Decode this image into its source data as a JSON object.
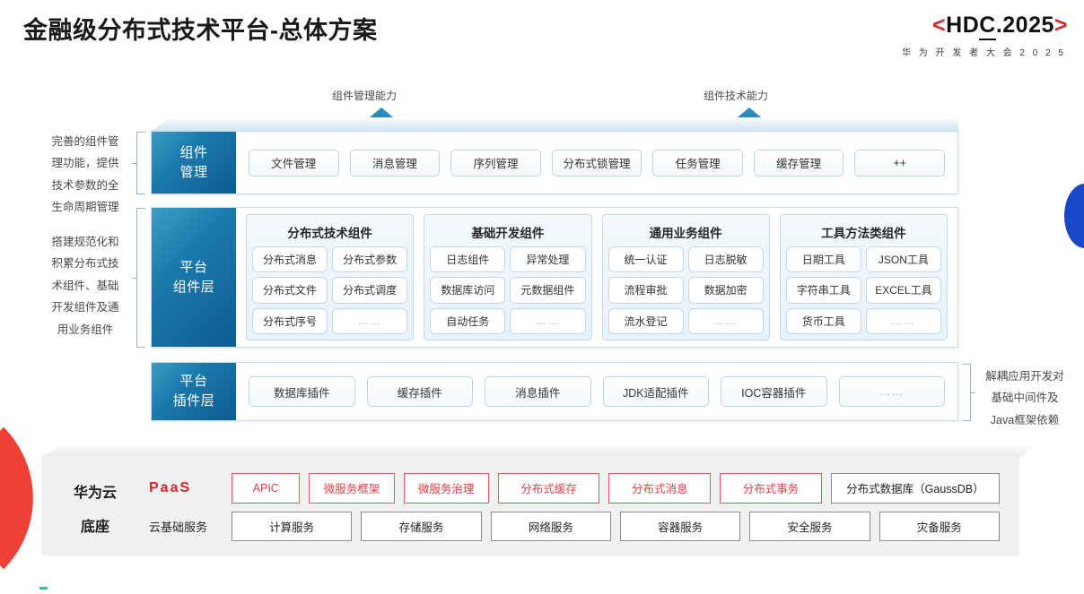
{
  "header": {
    "title": "金融级分布式技术平台-总体方案",
    "logo": {
      "bracket_left": "<",
      "text_a": "HDC",
      "text_b": "",
      "text_c": ".2025",
      "bracket_right": ">",
      "subtitle": "华 为 开 发 者 大 会 2 0 2 5"
    }
  },
  "arrows": [
    {
      "label": "组件管理能力"
    },
    {
      "label": "组件技术能力"
    }
  ],
  "side_notes": {
    "left_top": "完善的组件管理功能，提供技术参数的全生命周期管理",
    "left_top_lines": [
      "完善的组件管",
      "理功能，提供",
      "技术参数的全",
      "生命周期管理"
    ],
    "left_bottom_lines": [
      "搭建规范化和",
      "积累分布式技",
      "术组件、基础",
      "开发组件及通",
      "用业务组件"
    ],
    "right_lines": [
      "解耦应用开发对",
      "基础中间件及",
      "Java框架依赖"
    ]
  },
  "rows": {
    "management": {
      "label_lines": [
        "组件",
        "管理"
      ],
      "items": [
        "文件管理",
        "消息管理",
        "序列管理",
        "分布式锁管理",
        "任务管理",
        "缓存管理",
        "++"
      ]
    },
    "component_layer": {
      "label_lines": [
        "平台",
        "组件层"
      ],
      "groups": [
        {
          "title": "分布式技术组件",
          "items": [
            "分布式消息",
            "分布式参数",
            "分布式文件",
            "分布式调度",
            "分布式序号",
            "……"
          ]
        },
        {
          "title": "基础开发组件",
          "items": [
            "日志组件",
            "异常处理",
            "数据库访问",
            "元数据组件",
            "自动任务",
            "……"
          ]
        },
        {
          "title": "通用业务组件",
          "items": [
            "统一认证",
            "日志脱敏",
            "流程审批",
            "数据加密",
            "流水登记",
            "……"
          ]
        },
        {
          "title": "工具方法类组件",
          "items": [
            "日期工具",
            "JSON工具",
            "字符串工具",
            "EXCEL工具",
            "货币工具",
            "……"
          ]
        }
      ]
    },
    "plugin_layer": {
      "label_lines": [
        "平台",
        "插件层"
      ],
      "items": [
        "数据库插件",
        "缓存插件",
        "消息插件",
        "JDK适配插件",
        "IOC容器插件",
        "……"
      ]
    }
  },
  "foundation": {
    "title_lines": [
      "华为云",
      "底座"
    ],
    "paas_label": "PaaS",
    "cloud_label": "云基础服务",
    "paas_items": [
      {
        "label": "APIC",
        "style": "red",
        "grow": "0.8"
      },
      {
        "label": "微服务框架",
        "style": "red",
        "grow": "1"
      },
      {
        "label": "微服务治理",
        "style": "red",
        "grow": "1"
      },
      {
        "label": "分布式缓存",
        "style": "red",
        "grow": "1.2"
      },
      {
        "label": "分布式消息",
        "style": "red",
        "grow": "1.2"
      },
      {
        "label": "分布式事务",
        "style": "red",
        "grow": "1.2"
      },
      {
        "label": "分布式数据库（GaussDB）",
        "style": "gray",
        "grow": "2"
      }
    ],
    "cloud_items": [
      "计算服务",
      "存储服务",
      "网络服务",
      "容器服务",
      "安全服务",
      "灾备服务"
    ]
  },
  "colors": {
    "brand_red": "#d9242b",
    "accent_blue": "#1b79ab",
    "deep_blue": "#0d5c91",
    "decor_blue": "#1a46c8",
    "decor_red": "#ee4037",
    "chip_border": "#bcd6e8"
  }
}
